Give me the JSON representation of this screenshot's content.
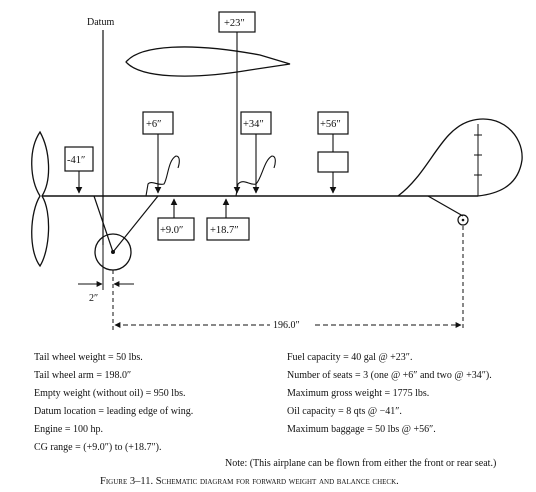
{
  "diagram": {
    "datum_label": "Datum",
    "stations": {
      "fuel": "+23″",
      "tail_weight": "-41″",
      "front_seat": "+6″",
      "rear_seat": "+34″",
      "baggage": "+56″",
      "cg_forward": "+9.0″",
      "cg_aft": "+18.7″"
    },
    "dimensions": {
      "tail_wheel_offset": "2″",
      "wheel_span": "196.0″"
    }
  },
  "specs_left": [
    "Tail wheel weight = 50 lbs.",
    "Tail wheel arm = 198.0″",
    "Empty weight (without oil) = 950 lbs.",
    "Datum location = leading edge of wing.",
    "Engine = 100 hp.",
    "CG range = (+9.0″) to (+18.7″)."
  ],
  "specs_right": [
    "Fuel capacity = 40 gal @ +23″.",
    "Number of seats = 3 (one @ +6″ and two @ +34″).",
    "Maximum gross weight = 1775 lbs.",
    "Oil capacity = 8 qts @ −41″.",
    "Maximum baggage = 50 lbs @ +56″."
  ],
  "note": "Note: (This airplane can be flown from either the front or rear seat.)",
  "caption": "Figure 3–11. Schematic diagram for forward weight and balance check."
}
